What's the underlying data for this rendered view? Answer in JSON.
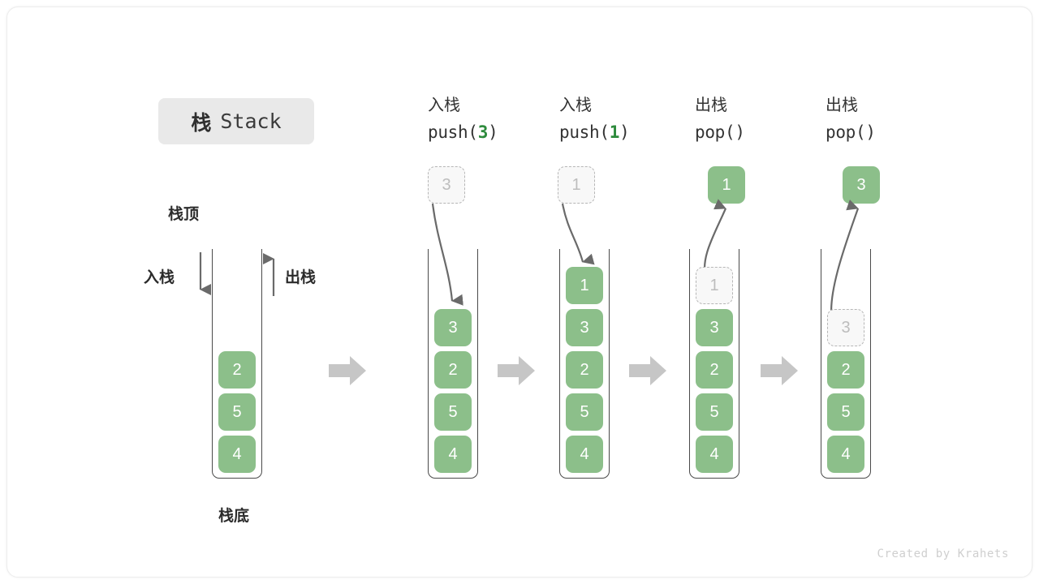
{
  "title": {
    "cn": "栈",
    "en": "Stack"
  },
  "annotations": {
    "top": "栈顶",
    "bottom": "栈底",
    "push_side": "入栈",
    "pop_side": "出栈"
  },
  "credit": "Created by Krahets",
  "colors": {
    "element_green": "#8cbf8a",
    "accent_green": "#2e8b3d",
    "ghost_gray": "#bdbdbd",
    "arrow_gray": "#6a6a6a",
    "flow_arrow_gray": "#c6c6c6",
    "badge_bg": "#e9e9e9"
  },
  "columns": [
    {
      "id": "initial",
      "op_cn": "",
      "op_code": "",
      "op_code_arg": "",
      "cells": [
        {
          "value": "2",
          "state": "solid"
        },
        {
          "value": "5",
          "state": "solid"
        },
        {
          "value": "4",
          "state": "solid"
        }
      ],
      "floating": null,
      "arrow": null
    },
    {
      "id": "push-3",
      "op_cn": "入栈",
      "op_code_pre": "push(",
      "op_code_arg": "3",
      "op_code_post": ")",
      "cells": [
        {
          "value": "3",
          "state": "solid"
        },
        {
          "value": "2",
          "state": "solid"
        },
        {
          "value": "5",
          "state": "solid"
        },
        {
          "value": "4",
          "state": "solid"
        }
      ],
      "floating": {
        "value": "3",
        "state": "ghost"
      },
      "arrow": "down"
    },
    {
      "id": "push-1",
      "op_cn": "入栈",
      "op_code_pre": "push(",
      "op_code_arg": "1",
      "op_code_post": ")",
      "cells": [
        {
          "value": "1",
          "state": "solid"
        },
        {
          "value": "3",
          "state": "solid"
        },
        {
          "value": "2",
          "state": "solid"
        },
        {
          "value": "5",
          "state": "solid"
        },
        {
          "value": "4",
          "state": "solid"
        }
      ],
      "floating": {
        "value": "1",
        "state": "ghost"
      },
      "arrow": "down"
    },
    {
      "id": "pop-1",
      "op_cn": "出栈",
      "op_code_pre": "pop(",
      "op_code_arg": "",
      "op_code_post": ")",
      "cells": [
        {
          "value": "1",
          "state": "ghost"
        },
        {
          "value": "3",
          "state": "solid"
        },
        {
          "value": "2",
          "state": "solid"
        },
        {
          "value": "5",
          "state": "solid"
        },
        {
          "value": "4",
          "state": "solid"
        }
      ],
      "floating": {
        "value": "1",
        "state": "solid"
      },
      "arrow": "up"
    },
    {
      "id": "pop-3",
      "op_cn": "出栈",
      "op_code_pre": "pop(",
      "op_code_arg": "",
      "op_code_post": ")",
      "cells": [
        {
          "value": "3",
          "state": "ghost"
        },
        {
          "value": "2",
          "state": "solid"
        },
        {
          "value": "5",
          "state": "solid"
        },
        {
          "value": "4",
          "state": "solid"
        }
      ],
      "floating": {
        "value": "3",
        "state": "solid"
      },
      "arrow": "up"
    }
  ]
}
